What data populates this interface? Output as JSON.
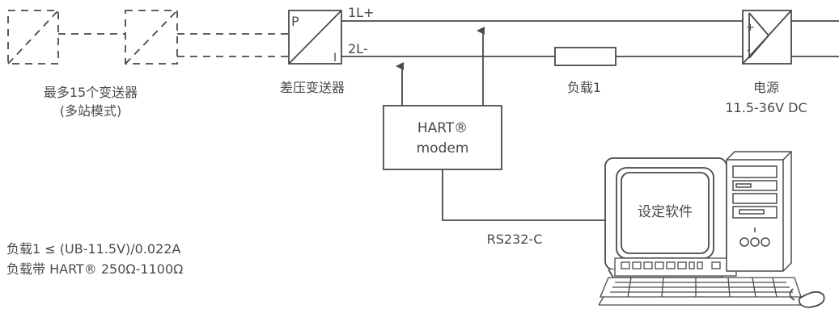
{
  "labels": {
    "multi_transmitters_line1": "最多15个变送器",
    "multi_transmitters_line2": "(多站模式)",
    "dp_transmitter": "差压变送器",
    "dp_p": "P",
    "dp_i": "I",
    "line_1l": "1L+",
    "line_2l": "2L-",
    "load": "负载1",
    "power_title": "电源",
    "power_voltage": "11.5-36V DC",
    "psu_plus": "+",
    "psu_minus": "-",
    "modem_line1": "HART®",
    "modem_line2": "modem",
    "software": "设定软件",
    "rs232": "RS232-C",
    "formula_line1": "负载1 ≤ (UB-11.5V)/0.022A",
    "formula_line2": "负载带 HART® 250Ω-1100Ω"
  },
  "colors": {
    "line": "#4a4a4a",
    "fill": "#ffffff"
  }
}
